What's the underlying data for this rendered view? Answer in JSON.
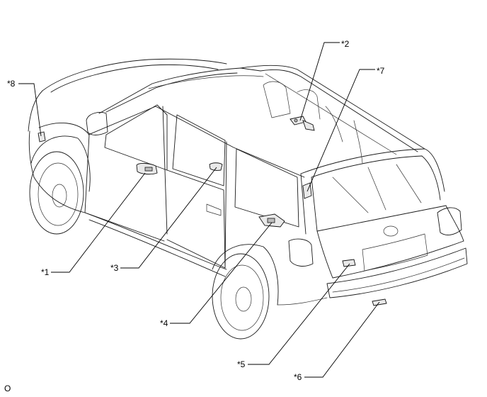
{
  "callouts": [
    {
      "id": "1",
      "label": "*1"
    },
    {
      "id": "2",
      "label": "*2"
    },
    {
      "id": "3",
      "label": "*3"
    },
    {
      "id": "4",
      "label": "*4"
    },
    {
      "id": "5",
      "label": "*5"
    },
    {
      "id": "6",
      "label": "*6"
    },
    {
      "id": "7",
      "label": "*7"
    },
    {
      "id": "8",
      "label": "*8"
    }
  ],
  "corner_mark": "O"
}
